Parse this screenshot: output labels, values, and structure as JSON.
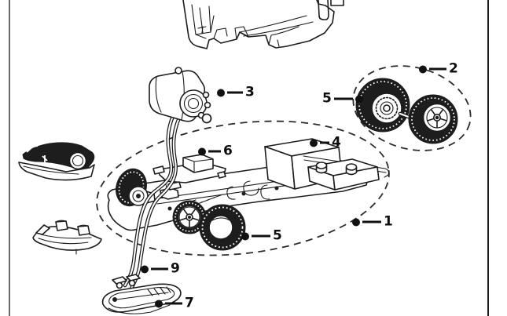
{
  "figure": {
    "description": "Exploded parts diagram of a slot car chassis assembly",
    "background_color": "#ffffff",
    "line_color": "#1c1c1c",
    "dash_color": "#2b2b2b",
    "frame_left_color": "#6b6b6b",
    "frame_right_color": "#1e1e1e"
  },
  "callouts": [
    {
      "label": "1",
      "part": "chassis-assembly"
    },
    {
      "label": "2",
      "part": "wheel-axle-assembly"
    },
    {
      "label": "3",
      "part": "motor"
    },
    {
      "label": "4",
      "part": "chassis-box"
    },
    {
      "label": "5",
      "part": "wheel-tire"
    },
    {
      "label": "5",
      "part": "loose-tire"
    },
    {
      "label": "6",
      "part": "motor-mount"
    },
    {
      "label": "7",
      "part": "guide-pickup"
    },
    {
      "label": "9",
      "part": "lead-wires"
    }
  ]
}
